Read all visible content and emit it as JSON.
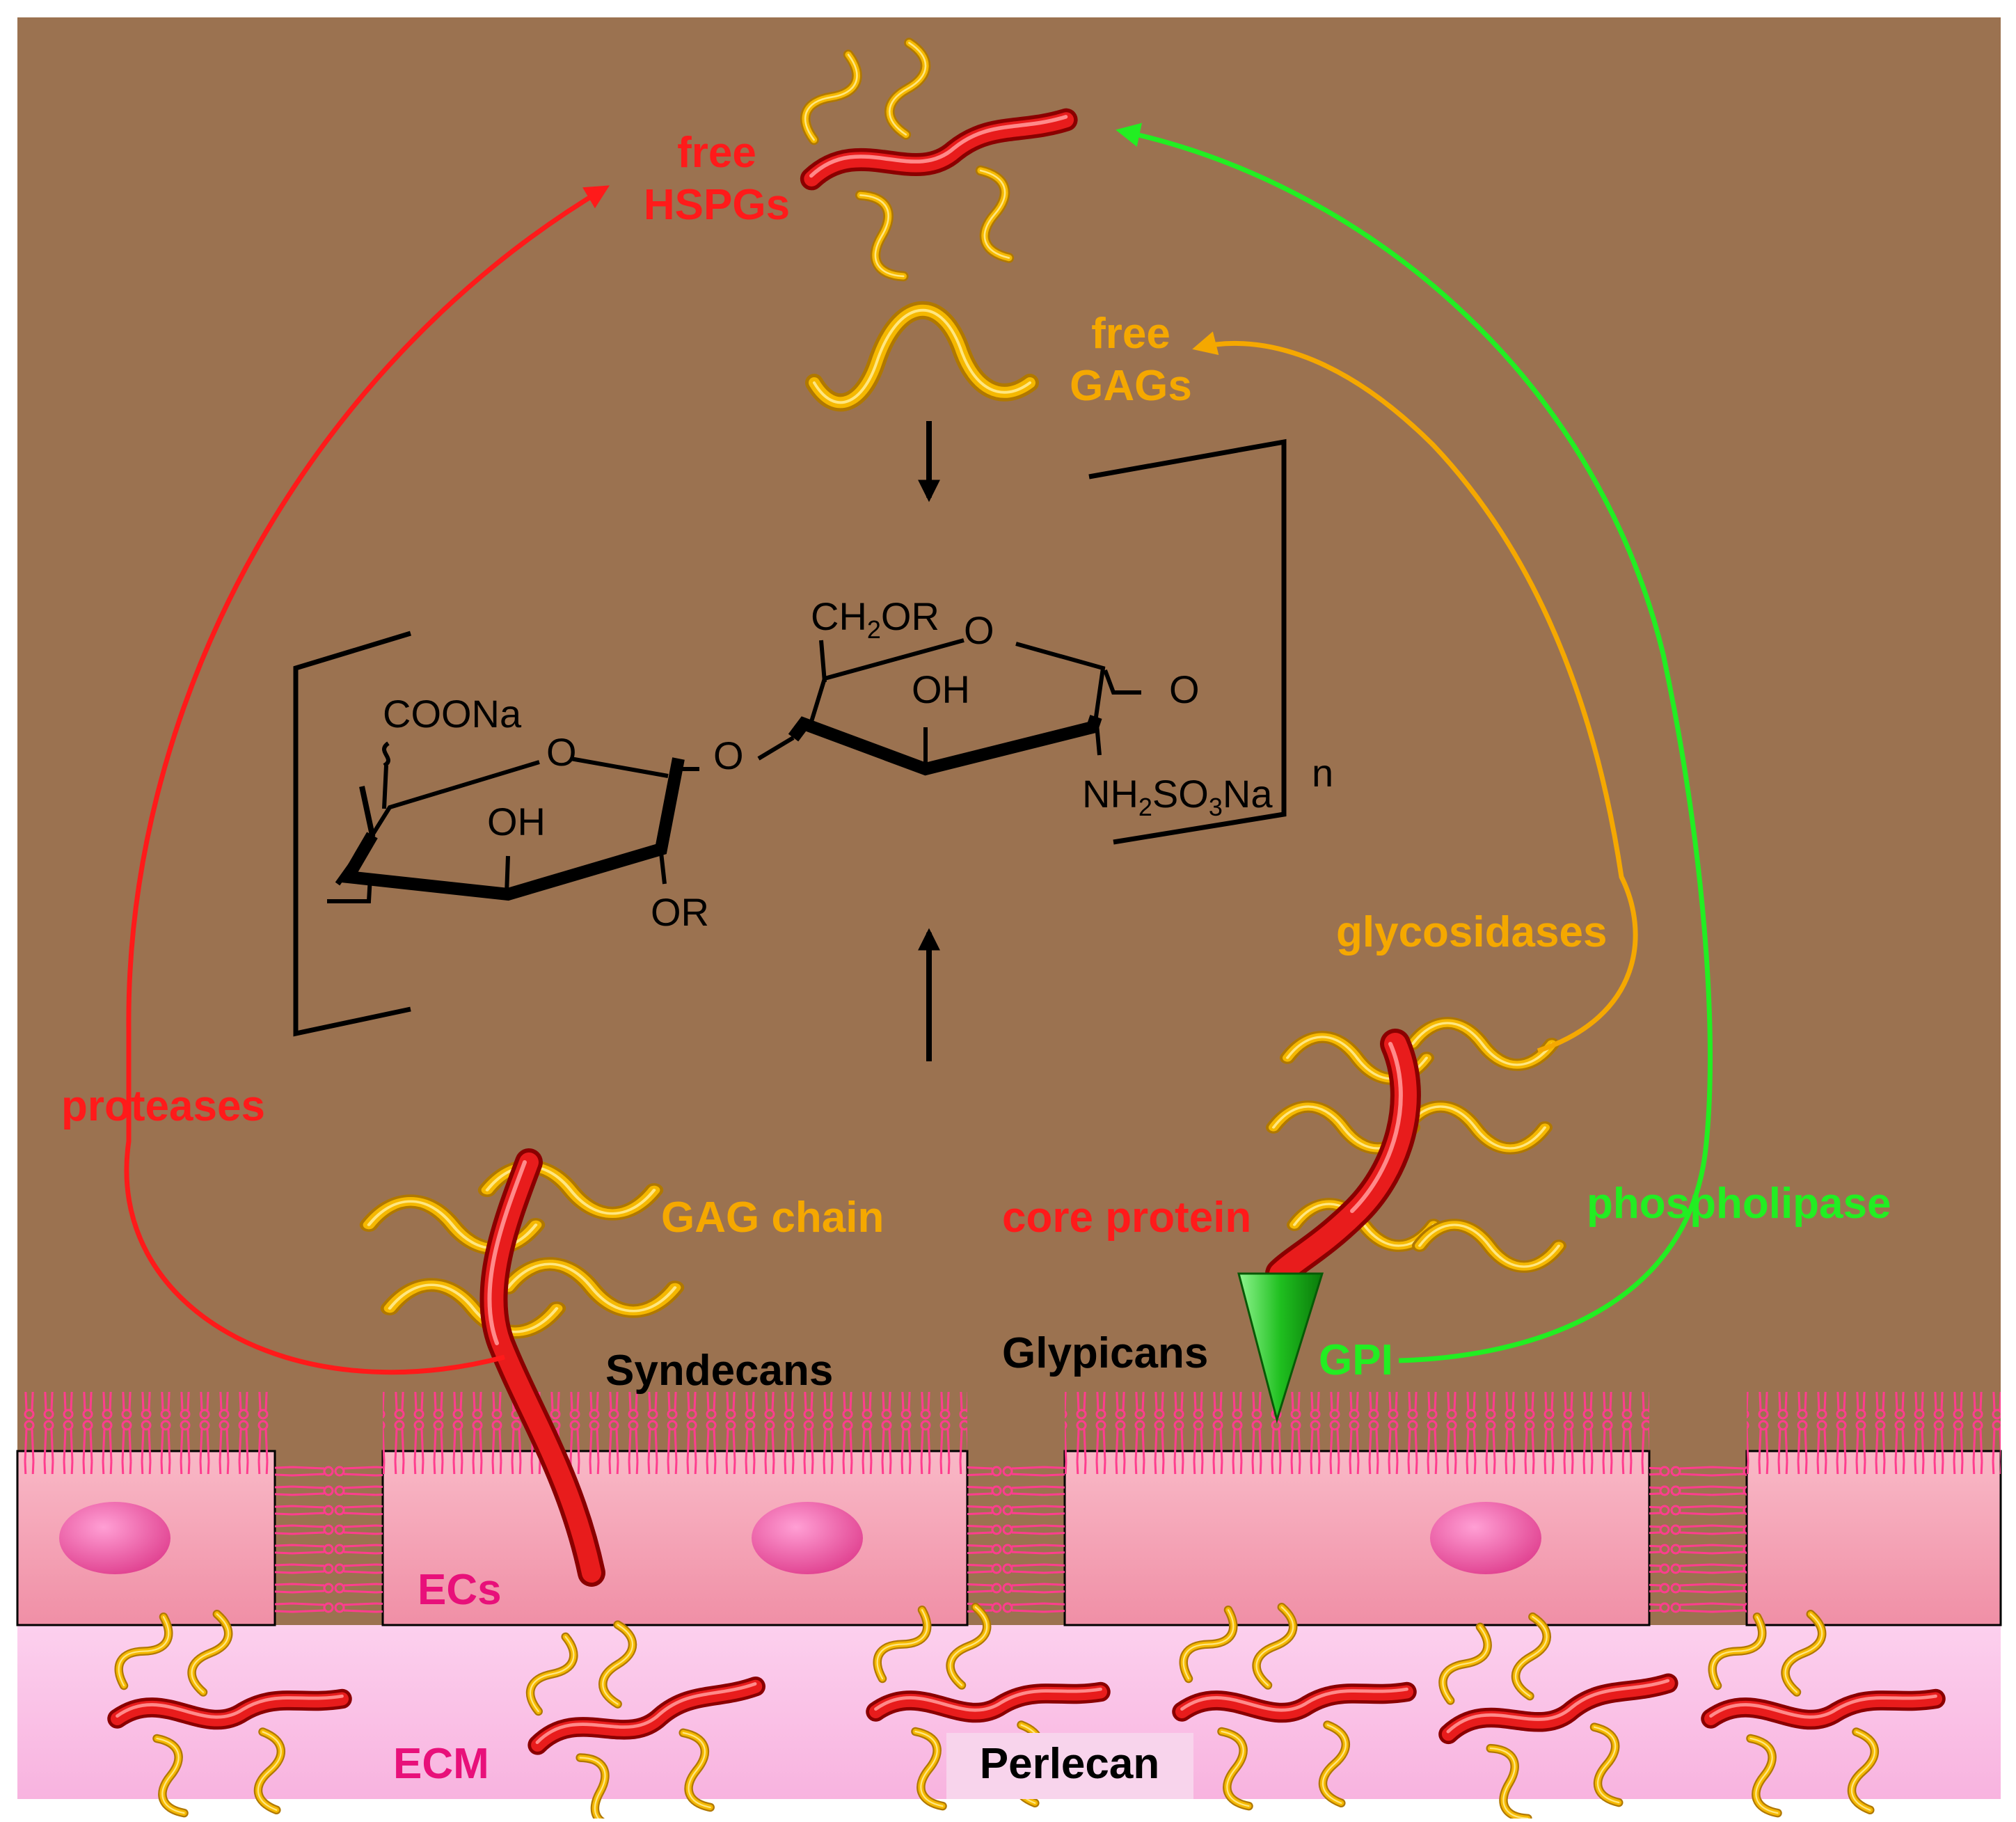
{
  "colors": {
    "background": "#9b7250",
    "protease": "#ff1a1a",
    "gag": "#f5a800",
    "phospholipase": "#22ee22",
    "ec_label": "#e8107a",
    "membrane": "#ff3d8e",
    "cell": "#f497ad",
    "ecm": "#fbc1e6",
    "core_protein": "#cc1010"
  },
  "labels": {
    "free_hspgs_line1": "free",
    "free_hspgs_line2": "HSPGs",
    "free_gags_line1": "free",
    "free_gags_line2": "GAGs",
    "proteases": "proteases",
    "glycosidases": "glycosidases",
    "phospholipase": "phospholipase",
    "gag_chain": "GAG chain",
    "core_protein": "core protein",
    "syndecans": "Syndecans",
    "glypicans": "Glypicans",
    "gpi": "GPI",
    "ecs": "ECs",
    "ecm": "ECM",
    "perlecan": "Perlecan"
  },
  "structure": {
    "coona": "COONa",
    "o_ring1": "O",
    "oh1": "OH",
    "or1": "OR",
    "o_link": "O",
    "ch2or": "CH2OR",
    "o_ring2": "O",
    "oh2": "OH",
    "o_end": "O",
    "nh2so3na": "NH2SO3Na",
    "n": "n"
  }
}
